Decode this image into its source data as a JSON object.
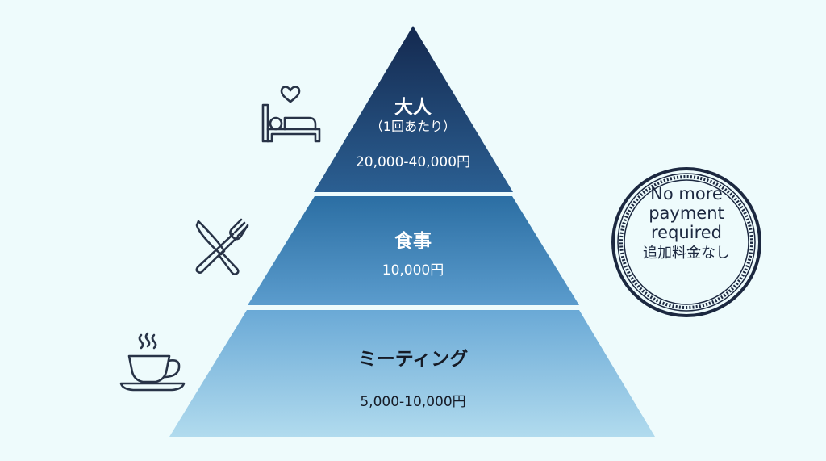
{
  "background_color": "#eefbfc",
  "pyramid": {
    "tiers": [
      {
        "title": "大人",
        "subtitle": "（1回あたり）",
        "price": "20,000-40,000円",
        "icon": "bed-heart-icon",
        "color_top": "#14294f",
        "color_bottom": "#2b5f92"
      },
      {
        "title": "食事",
        "price": "10,000円",
        "icon": "knife-fork-icon",
        "color_top": "#2b6ea3",
        "color_bottom": "#5b9ccd"
      },
      {
        "title": "ミーティング",
        "price": "5,000-10,000円",
        "icon": "coffee-cup-icon",
        "color_top": "#6aa9d6",
        "color_bottom": "#b1dbee"
      }
    ]
  },
  "stamp": {
    "line1": "No more",
    "line2": "payment",
    "line3": "required",
    "line4": "追加料金なし",
    "color": "#1c2840"
  }
}
